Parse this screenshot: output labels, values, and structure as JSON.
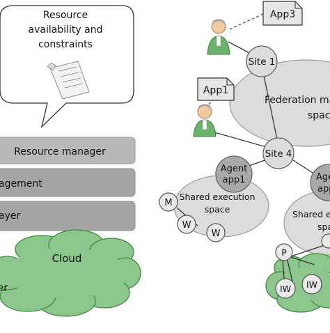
{
  "callout": {
    "line1": "Resource",
    "line2": "availability and",
    "line3": "constraints"
  },
  "layers": {
    "resource_manager": "Resource manager",
    "management": "agement",
    "layer": "ayer"
  },
  "cloud": {
    "label": "Cloud",
    "partial_label": "er"
  },
  "apps": {
    "app3": "App3",
    "app1": "App1"
  },
  "federation": {
    "line1": "Federation ma",
    "line2": "spac"
  },
  "sites": {
    "site1": "Site 1",
    "site4": "Site 4"
  },
  "agent_app1": {
    "line1": "Agent",
    "line2": "app1"
  },
  "agent_partial": {
    "line1": "Age",
    "line2": "app"
  },
  "shared_space_1": {
    "line1": "Shared execution",
    "line2": "space"
  },
  "shared_space_2": {
    "line1": "Shared e",
    "line2": "spa"
  },
  "nodes": {
    "m": "M",
    "w": "W",
    "p": "P",
    "iw": "IW"
  },
  "colors": {
    "grey_fill": "#dcdcdc",
    "layer_fill": "#a9a9a9",
    "cloud_fill": "#8cc68c",
    "cloud_stroke": "#3f8a3f",
    "user_green": "#6ab36a",
    "doc_fill": "#e6e6e6"
  }
}
